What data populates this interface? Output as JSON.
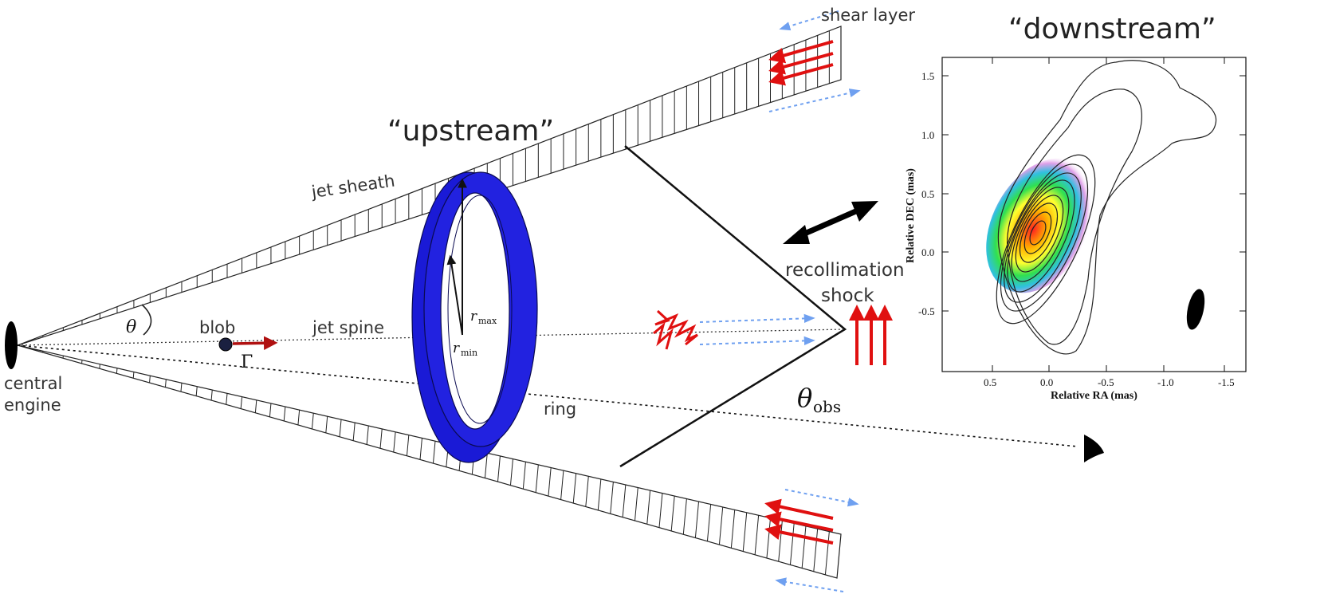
{
  "labels": {
    "shear_layer": "shear layer",
    "downstream": "“downstream”",
    "upstream": "“upstream”",
    "jet_sheath": "jet sheath",
    "recollimation": "recollimation",
    "shock": "shock",
    "theta": "θ",
    "blob": "blob",
    "jet_spine": "jet spine",
    "r_max": "r",
    "r_max_sub": "max",
    "r_min": "r",
    "r_min_sub": "min",
    "gamma": "Γ",
    "central": "central",
    "engine": "engine",
    "theta_obs": "θ",
    "theta_obs_sub": "obs",
    "ring": "ring"
  },
  "colors": {
    "ring": "#1a1ad6",
    "arrow_red": "#e01010",
    "arrow_darkred": "#b01010",
    "dashed_blue": "#6fa0f0",
    "outline": "#222222"
  },
  "icons": {
    "eye": "eye-icon",
    "engine": "ellipse-engine"
  },
  "inset": {
    "xlabel": "Relative RA (mas)",
    "ylabel": "Relative DEC (mas)",
    "xticks": [
      "0.5",
      "0.0",
      "-0.5",
      "-1.0",
      "-1.5"
    ],
    "yticks": [
      "1.5",
      "1.0",
      "0.5",
      "0.0",
      "-0.5"
    ]
  }
}
